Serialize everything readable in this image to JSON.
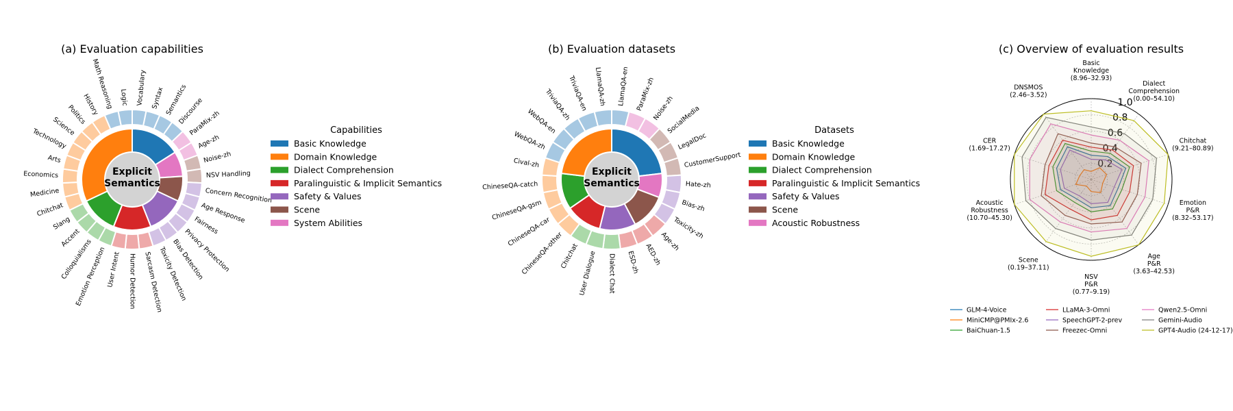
{
  "panels": {
    "a": {
      "title": "(a) Evaluation capabilities",
      "center_label": [
        "Explicit",
        "Semantics"
      ],
      "legend_title": "Capabilities"
    },
    "b": {
      "title": "(b) Evaluation datasets",
      "center_label": [
        "Explicit",
        "Semantics"
      ],
      "legend_title": "Datasets"
    },
    "c": {
      "title": "(c) Overview of evaluation results"
    }
  },
  "chart_data": [
    {
      "type": "pie",
      "title": "(a) Evaluation capabilities",
      "legend_title": "Capabilities",
      "inner": [
        {
          "name": "Basic Knowledge",
          "color": "#1f77b4",
          "value": 4
        },
        {
          "name": "System Abilities",
          "color": "#e377c2",
          "value": 2
        },
        {
          "name": "Scene",
          "color": "#8c564b",
          "value": 2
        },
        {
          "name": "Safety & Values",
          "color": "#9467bd",
          "value": 3
        },
        {
          "name": "Paralinguistic & Implicit Semantics",
          "color": "#d62728",
          "value": 3
        },
        {
          "name": "Dialect Comprehension",
          "color": "#2ca02c",
          "value": 3
        },
        {
          "name": "Domain Knowledge",
          "color": "#ff7f0e",
          "value": 8
        }
      ],
      "outer": [
        {
          "label": "Vocabulary",
          "group": 0
        },
        {
          "label": "Syntax",
          "group": 0
        },
        {
          "label": "Semantics",
          "group": 0
        },
        {
          "label": "Discourse",
          "group": 0
        },
        {
          "label": "ParaMix-zh",
          "group": 1
        },
        {
          "label": "Age-zh",
          "group": 1
        },
        {
          "label": "Noise-zh",
          "group": 2
        },
        {
          "label": "NSV Handling",
          "group": 2
        },
        {
          "label": "Concern Recognition",
          "group": 3
        },
        {
          "label": "Age Response",
          "group": 3
        },
        {
          "label": "Fairness",
          "group": 3
        },
        {
          "label": "Privacy Protection",
          "group": 4
        },
        {
          "label": "Bias Detection",
          "group": 4
        },
        {
          "label": "Toxicity Detection",
          "group": 4
        },
        {
          "label": "Sarcasm Detection",
          "group": 5
        },
        {
          "label": "Humor Detection",
          "group": 5
        },
        {
          "label": "User Intent",
          "group": 5
        },
        {
          "label": "Emotion Perception",
          "group": 6
        },
        {
          "label": "Colloquialisms",
          "group": 6
        },
        {
          "label": "Accent",
          "group": 6
        },
        {
          "label": "Slang",
          "group": 6
        },
        {
          "label": "Chitchat",
          "group": 7
        },
        {
          "label": "Medicine",
          "group": 7
        },
        {
          "label": "Economics",
          "group": 7
        },
        {
          "label": "Arts",
          "group": 7
        },
        {
          "label": "Technology",
          "group": 7
        },
        {
          "label": "Science",
          "group": 7
        },
        {
          "label": "Politics",
          "group": 7
        },
        {
          "label": "History",
          "group": 7
        },
        {
          "label": "Math Reasoning",
          "group": 8
        },
        {
          "label": "Logic",
          "group": 8
        }
      ],
      "legend": [
        "Basic Knowledge",
        "Domain Knowledge",
        "Dialect Comprehension",
        "Paralinguistic & Implicit Semantics",
        "Safety & Values",
        "Scene",
        "System Abilities"
      ],
      "legend_colors": [
        "#1f77b4",
        "#ff7f0e",
        "#2ca02c",
        "#d62728",
        "#9467bd",
        "#8c564b",
        "#e377c2"
      ]
    },
    {
      "type": "pie",
      "title": "(b) Evaluation datasets",
      "legend_title": "Datasets",
      "inner": [
        {
          "name": "Basic Knowledge",
          "color": "#1f77b4",
          "value": 6
        },
        {
          "name": "Acoustic Robustness",
          "color": "#e377c2",
          "value": 2
        },
        {
          "name": "Scene",
          "color": "#8c564b",
          "value": 3
        },
        {
          "name": "Safety & Values",
          "color": "#9467bd",
          "value": 3
        },
        {
          "name": "Paralinguistic & Implicit Semantics",
          "color": "#d62728",
          "value": 3
        },
        {
          "name": "Dialect Comprehension",
          "color": "#2ca02c",
          "value": 3
        },
        {
          "name": "Domain Knowledge",
          "color": "#ff7f0e",
          "value": 6
        }
      ],
      "outer": [
        {
          "label": "LlamaQA-en",
          "color": "#a6c8e2"
        },
        {
          "label": "ParaMix-zh",
          "color": "#f2c0e2"
        },
        {
          "label": "Noise-zh",
          "color": "#f2c0e2"
        },
        {
          "label": "SocialMedia",
          "color": "#d2b9b4"
        },
        {
          "label": "LegalDoc",
          "color": "#d2b9b4"
        },
        {
          "label": "CustomerSupport",
          "color": "#d2b9b4"
        },
        {
          "label": "Hate-zh",
          "color": "#d3c2e5"
        },
        {
          "label": "Bias-zh",
          "color": "#d3c2e5"
        },
        {
          "label": "Toxicity-zh",
          "color": "#d3c2e5"
        },
        {
          "label": "Age-zh",
          "color": "#eea9a9"
        },
        {
          "label": "AED-zh",
          "color": "#eea9a9"
        },
        {
          "label": "ESD-zh",
          "color": "#eea9a9"
        },
        {
          "label": "Dialect Chat",
          "color": "#abd9a9"
        },
        {
          "label": "User Dialogue",
          "color": "#abd9a9"
        },
        {
          "label": "Chitchat",
          "color": "#abd9a9"
        },
        {
          "label": "ChineseQA-other",
          "color": "#fecb9e"
        },
        {
          "label": "ChineseQA-car",
          "color": "#fecb9e"
        },
        {
          "label": "ChineseQA-gsm",
          "color": "#fecb9e"
        },
        {
          "label": "ChineseQA-catch",
          "color": "#fecb9e"
        },
        {
          "label": "Cival-zh",
          "color": "#fecb9e"
        },
        {
          "label": "WebQA-zh",
          "color": "#a6c8e2"
        },
        {
          "label": "WebQA-en",
          "color": "#a6c8e2"
        },
        {
          "label": "TriviaQA-zh",
          "color": "#a6c8e2"
        },
        {
          "label": "TriviaQA-en",
          "color": "#a6c8e2"
        },
        {
          "label": "LlamaQA-zh",
          "color": "#a6c8e2"
        }
      ],
      "legend": [
        "Basic Knowledge",
        "Domain Knowledge",
        "Dialect Comprehension",
        "Paralinguistic & Implicit Semantics",
        "Safety & Values",
        "Scene",
        "Acoustic Robustness"
      ],
      "legend_colors": [
        "#1f77b4",
        "#ff7f0e",
        "#2ca02c",
        "#d62728",
        "#9467bd",
        "#8c564b",
        "#e377c2"
      ]
    },
    {
      "type": "radar",
      "title": "(c) Overview of evaluation results",
      "axes": [
        [
          "Basic",
          "Knowledge",
          "(8.96–32.93)"
        ],
        [
          "Dialect",
          "Comprehension",
          "(0.00–54.10)"
        ],
        [
          "Chitchat",
          "(9.21–80.89)"
        ],
        [
          "Emotion",
          "P&R",
          "(8.32–53.17)"
        ],
        [
          "Age",
          "P&R",
          "(3.63–42.53)"
        ],
        [
          "NSV",
          "P&R",
          "(0.77–9.19)"
        ],
        [
          "Scene",
          "(0.19–37.11)"
        ],
        [
          "Acoustic",
          "Robustness",
          "(10.70–45.30)"
        ],
        [
          "CER",
          "(1.69–17.27)"
        ],
        [
          "DNSMOS",
          "(2.46–3.52)"
        ]
      ],
      "r_ticks": [
        "0.2",
        "0.4",
        "0.6",
        "0.8",
        "1.0"
      ],
      "r_tick_values": [
        0.2,
        0.4,
        0.6,
        0.8,
        1.0
      ],
      "series": [
        {
          "name": "GLM-4-Voice",
          "color": "#1f77b4",
          "values": [
            0.3,
            0.35,
            0.45,
            0.35,
            0.4,
            0.35,
            0.3,
            0.4,
            0.45,
            0.5
          ]
        },
        {
          "name": "MiniCMP@PMIx-2.6",
          "color": "#ff7f0e",
          "values": [
            0.1,
            0.18,
            0.2,
            0.15,
            0.2,
            0.15,
            0.1,
            0.2,
            0.15,
            0.15
          ]
        },
        {
          "name": "BaiChuan-1.5",
          "color": "#2ca02c",
          "values": [
            0.35,
            0.4,
            0.5,
            0.4,
            0.45,
            0.4,
            0.35,
            0.45,
            0.5,
            0.55
          ]
        },
        {
          "name": "LLaMA-3-Omni",
          "color": "#d62728",
          "values": [
            0.4,
            0.45,
            0.55,
            0.5,
            0.55,
            0.5,
            0.45,
            0.6,
            0.55,
            0.6
          ]
        },
        {
          "name": "SpeechGPT-2-prev",
          "color": "#9467bd",
          "values": [
            0.25,
            0.3,
            0.4,
            0.3,
            0.35,
            0.3,
            0.25,
            0.35,
            0.4,
            0.45
          ]
        },
        {
          "name": "Freezec-Omni",
          "color": "#8c564b",
          "values": [
            0.45,
            0.5,
            0.65,
            0.6,
            0.65,
            0.55,
            0.55,
            0.65,
            0.6,
            0.7
          ]
        },
        {
          "name": "Qwen2.5-Omni",
          "color": "#e377c2",
          "values": [
            0.55,
            0.6,
            0.75,
            0.7,
            0.75,
            0.65,
            0.65,
            0.8,
            0.8,
            0.85
          ]
        },
        {
          "name": "Gemini-Audio",
          "color": "#7f7f7f",
          "values": [
            0.65,
            0.7,
            0.85,
            0.8,
            0.85,
            0.75,
            0.75,
            0.85,
            0.9,
            0.95
          ]
        },
        {
          "name": "GPT4-Audio (24-12-17)",
          "color": "#bcbd22",
          "values": [
            0.85,
            0.9,
            1.0,
            0.95,
            1.0,
            0.95,
            0.95,
            1.0,
            1.0,
            1.0
          ]
        }
      ]
    }
  ]
}
